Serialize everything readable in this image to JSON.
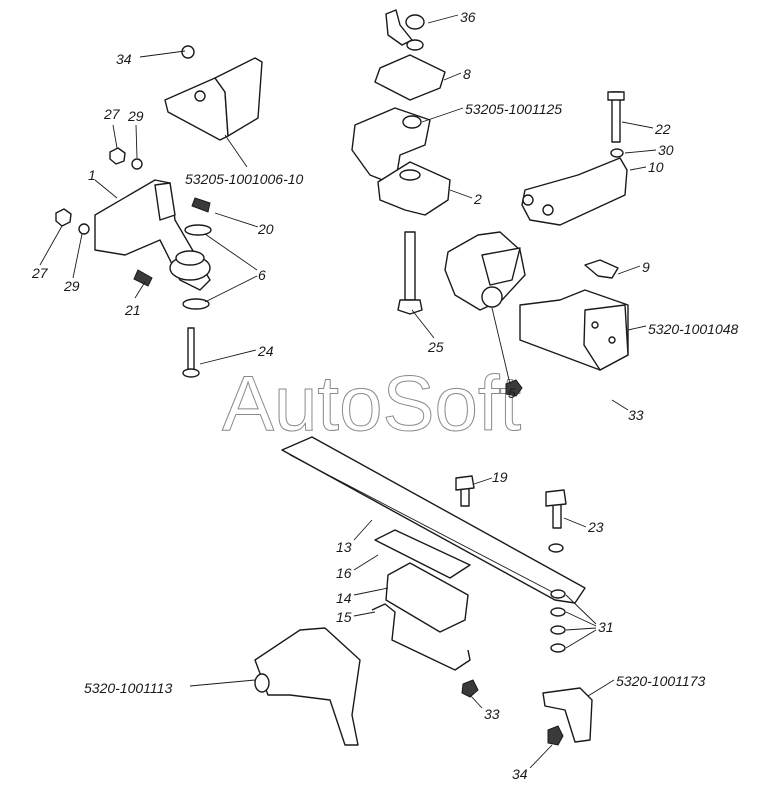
{
  "watermark": "AutoSoft",
  "labels": {
    "l36": "36",
    "l8": "8",
    "l53205_1001125": "53205-1001125",
    "l34a": "34",
    "l27a": "27",
    "l29a": "29",
    "l53205_1001006_10": "53205-1001006-10",
    "l22": "22",
    "l30": "30",
    "l10": "10",
    "l1": "1",
    "l20": "20",
    "l2": "2",
    "l27b": "27",
    "l29b": "29",
    "l6": "6",
    "l9": "9",
    "l21": "21",
    "l5320_1001048": "5320-1001048",
    "l24": "24",
    "l25": "25",
    "l5": "5",
    "l33a": "33",
    "l19": "19",
    "l23": "23",
    "l13": "13",
    "l16": "16",
    "l14": "14",
    "l15": "15",
    "l31": "31",
    "l5320_1001113": "5320-1001113",
    "l33b": "33",
    "l5320_1001173": "5320-1001173",
    "l34b": "34"
  }
}
